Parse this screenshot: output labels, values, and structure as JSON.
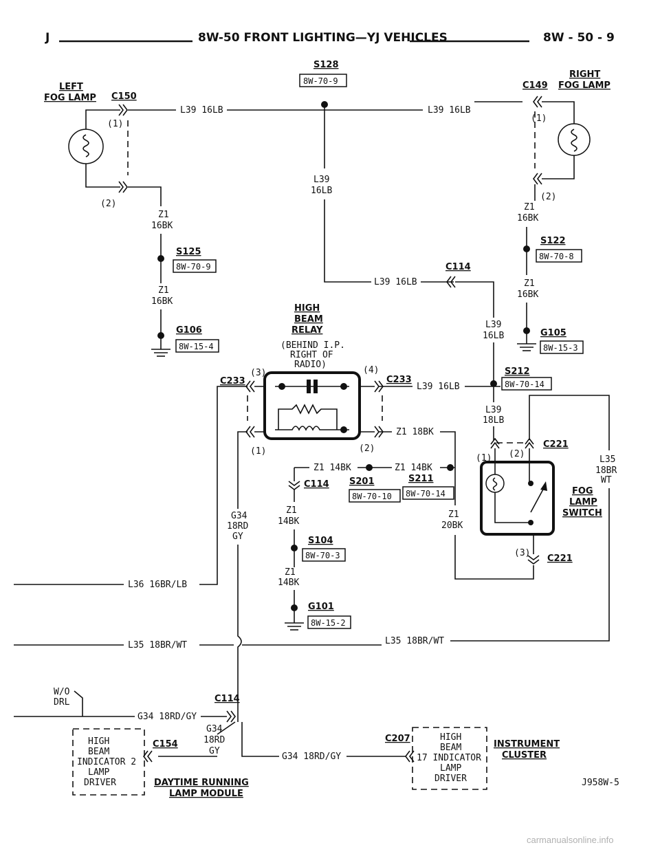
{
  "header": {
    "left_letter": "J",
    "title": "8W-50 FRONT LIGHTING—YJ VEHICLES",
    "page": "8W - 50 - 9"
  },
  "components": {
    "left_fog_lamp": [
      "LEFT",
      "FOG LAMP"
    ],
    "right_fog_lamp": [
      "RIGHT",
      "FOG LAMP"
    ],
    "high_beam_relay": [
      "HIGH",
      "BEAM",
      "RELAY"
    ],
    "relay_note": [
      "(BEHIND I.P.",
      "RIGHT OF",
      "RADIO)"
    ],
    "fog_lamp_switch": [
      "FOG",
      "LAMP",
      "SWITCH"
    ],
    "drl_module_box": [
      "HIGH",
      "BEAM",
      "INDICATOR 2",
      "LAMP",
      "DRIVER"
    ],
    "drl_module_name": [
      "DAYTIME RUNNING",
      "LAMP MODULE"
    ],
    "cluster_box": [
      "HIGH",
      "BEAM",
      "17 INDICATOR",
      "LAMP",
      "DRIVER"
    ],
    "cluster_name": [
      "INSTRUMENT",
      "CLUSTER"
    ]
  },
  "connectors": {
    "c150": "C150",
    "c149": "C149",
    "c114_top": "C114",
    "c114_mid": "C114",
    "c114_bot": "C114",
    "c233_left": "C233",
    "c233_right": "C233",
    "c221_top": "C221",
    "c221_bot": "C221",
    "c154": "C154",
    "c207": "C207"
  },
  "splices": {
    "s128": "S128",
    "s125": "S125",
    "s122": "S122",
    "s212": "S212",
    "s201": "S201",
    "s211": "S211",
    "s104": "S104"
  },
  "grounds": {
    "g106": "G106",
    "g105": "G105",
    "g101": "G101"
  },
  "refs": {
    "s128": "8W-70-9",
    "s125": "8W-70-9",
    "s122": "8W-70-8",
    "g106": "8W-15-4",
    "g105": "8W-15-3",
    "s212": "8W-70-14",
    "s201": "8W-70-10",
    "s211": "8W-70-14",
    "s104": "8W-70-3",
    "g101": "8W-15-2"
  },
  "wires": {
    "l39_left": "L39 16LB",
    "l39_right": "L39 16LB",
    "l39_mid": "L39 16LB",
    "l39_v1": "L39",
    "l39_v2": "16LB",
    "l39_c114_1": "L39",
    "l39_c114_2": "16LB",
    "l39_relay": "L39 16LB",
    "l39_18_1": "L39",
    "l39_18_2": "18LB",
    "z1_left_a1": "Z1",
    "z1_left_a2": "16BK",
    "z1_left_b1": "Z1",
    "z1_left_b2": "16BK",
    "z1_right_a1": "Z1",
    "z1_right_a2": "16BK",
    "z1_right_b1": "Z1",
    "z1_right_b2": "16BK",
    "z1_18": "Z1 18BK",
    "z1_14a": "Z1 14BK",
    "z1_14b": "Z1 14BK",
    "z1_14v1": "Z1",
    "z1_14v2": "14BK",
    "z1_14w1": "Z1",
    "z1_14w2": "14BK",
    "z1_20_1": "Z1",
    "z1_20_2": "20BK",
    "g34_1": "G34",
    "g34_2": "18RD",
    "g34_3": "GY",
    "g34_b1": "G34",
    "g34_b2": "18RD",
    "g34_b3": "GY",
    "l35_1": "L35",
    "l35_2": "18BR",
    "l35_3": "WT",
    "l36": "L36 16BR/LB",
    "l35_left": "L35 18BR/WT",
    "l35_right": "L35 18BR/WT",
    "g34_left": "G34 18RD/GY",
    "g34_right": "G34 18RD/GY",
    "wo_drl_1": "W/O",
    "wo_drl_2": "DRL"
  },
  "pins": {
    "p1_left": "(1)",
    "p2_left": "(2)",
    "p1_right": "(1)",
    "p2_right": "(2)",
    "r3": "(3)",
    "r4": "(4)",
    "r1": "(1)",
    "r2": "(2)",
    "sw1": "(1)",
    "sw2": "(2)",
    "sw3": "(3)"
  },
  "figure_id": "J958W-5",
  "footer": "carmanualsonline.info"
}
